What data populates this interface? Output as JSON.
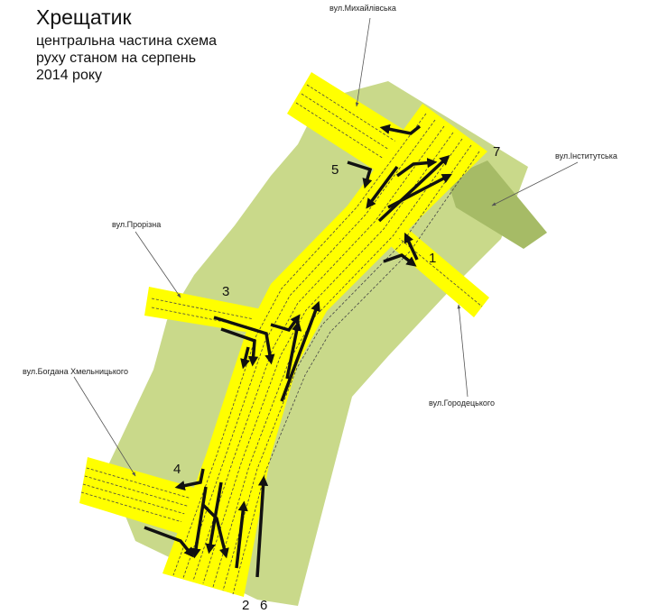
{
  "title": "Хрещатик",
  "subtitle": "центральна частина схема руху станом на серпень 2014 року",
  "streets": {
    "mykhailivska": "вул.Михайлівська",
    "instytutska": "вул.Інститутська",
    "prorizna": "вул.Прорізна",
    "horodetskoho": "вул.Городецького",
    "khmelnytskoho": "вул.Богдана Хмельницького"
  },
  "markers": {
    "m1": "1",
    "m2": "2",
    "m3": "3",
    "m4": "4",
    "m5": "5",
    "m6": "6",
    "m7": "7"
  },
  "colors": {
    "road": "#ffff00",
    "area": "#c9d98a",
    "area_dark": "#a6bb66",
    "arrow": "#111111"
  }
}
